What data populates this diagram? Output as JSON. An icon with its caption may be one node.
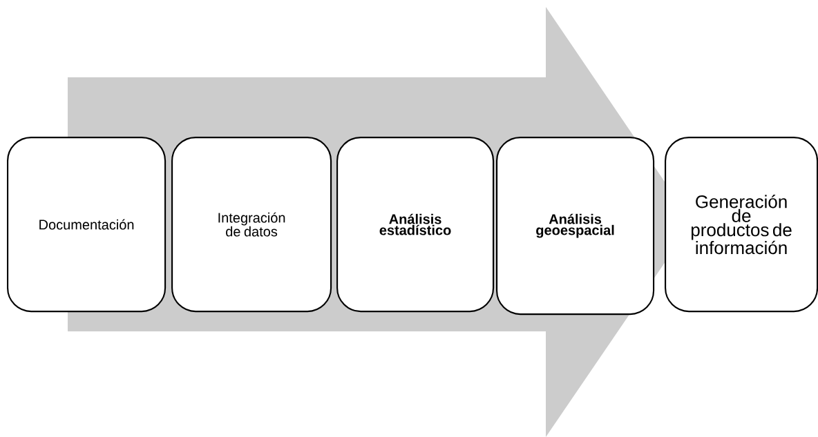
{
  "diagram": {
    "nodes": [
      {
        "text": [
          "Documentación"
        ]
      },
      {
        "text": [
          "Integración de datos"
        ]
      },
      {
        "text": [
          "Análisis estadístico"
        ]
      },
      {
        "text": [
          "Análisis geoespacial"
        ]
      },
      {
        "text": [
          "Generación de productos de información"
        ]
      }
    ],
    "edges": [
      {
        "from": 0,
        "to": 4,
        "arrow": "to"
      }
    ]
  }
}
